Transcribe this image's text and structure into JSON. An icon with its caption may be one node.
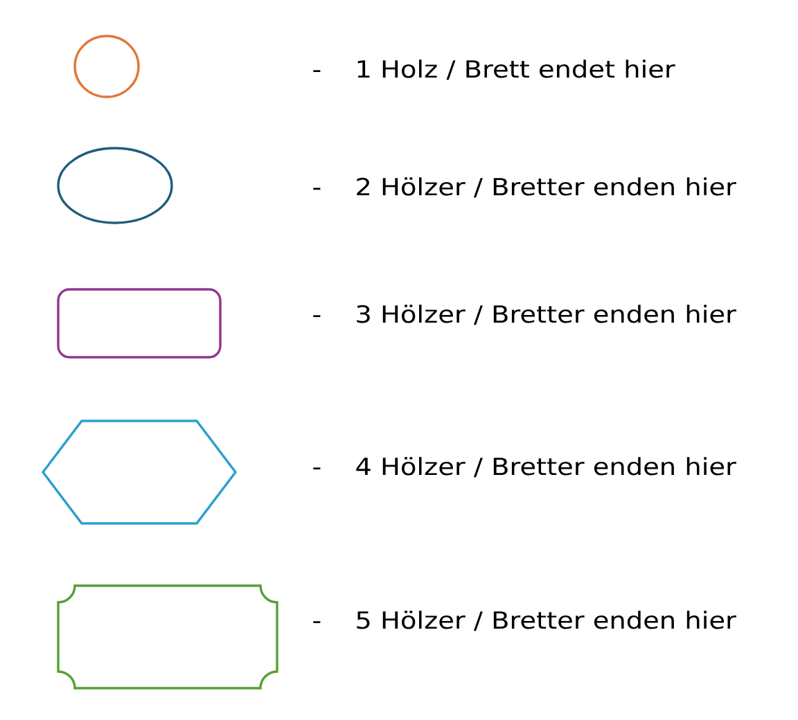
{
  "diagram": {
    "nodes": [
      {
        "text": [],
        "shape": "circle"
      },
      {
        "text": [],
        "shape": "ellipse"
      },
      {
        "text": [],
        "shape": "box"
      },
      {
        "text": [],
        "shape": "hexagon"
      },
      {
        "text": [],
        "shape": "plaque"
      }
    ],
    "labels": [
      "-",
      "-",
      "-",
      "-",
      "-"
    ],
    "legend": [
      {
        "text": "1 Holz / Brett endet hier"
      },
      {
        "text": "2 Hölzer / Bretter enden hier"
      },
      {
        "text": "3 Hölzer / Bretter enden hier"
      },
      {
        "text": "4 Hölzer / Bretter enden hier"
      },
      {
        "text": "5 Hölzer / Bretter enden hier"
      }
    ]
  }
}
